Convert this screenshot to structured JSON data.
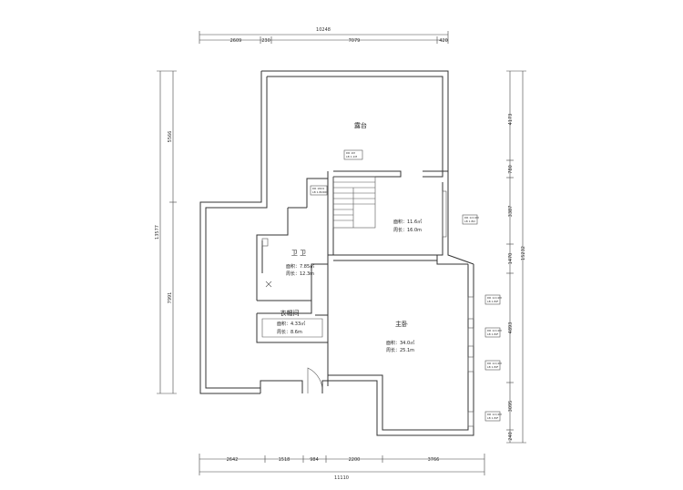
{
  "dims": {
    "top_total": "10248",
    "top_segments": [
      "2609",
      "230",
      "7079",
      "420"
    ],
    "bottom_segments": [
      "2642",
      "1518",
      "984",
      "2200",
      "3766"
    ],
    "bottom_total": "11110",
    "left_total": "13577",
    "left_segments": [
      "5566",
      "7991"
    ],
    "right_total": "15232",
    "right_segments": [
      "4173",
      "780",
      "3387",
      "1470",
      "4893",
      "3095",
      "240"
    ]
  },
  "rooms": {
    "terrace": {
      "name": "露台"
    },
    "stair": {
      "area": "面积：11.6㎡",
      "perimeter": "周长：16.0m"
    },
    "bath": {
      "name": "卫 卫",
      "area": "面积：7.85㎡",
      "perimeter": "周长：12.3m"
    },
    "closet": {
      "name": "衣帽间",
      "area": "面积：4.33㎡",
      "perimeter": "周长：8.6m"
    },
    "master": {
      "name": "主卧",
      "area": "面积：34.0㎡",
      "perimeter": "周长：25.1m"
    }
  },
  "tags": {
    "tag1": [
      "DR  1M",
      "LB  1.1M"
    ],
    "tag2": [
      "DR  1824",
      "LB  1.BORD"
    ],
    "tag3": [
      "DR  1m/4M",
      "LB  1.BO"
    ],
    "tag4": [
      "DR  1m/4M",
      "LB  1.BIF"
    ],
    "tag5": [
      "DR  1m/4M",
      "LB  1.BIF"
    ],
    "tag6": [
      "DR  1m/4M",
      "LB  1.BIF"
    ],
    "tag7": [
      "DR  1m/4M",
      "LB  1.BIF"
    ]
  }
}
